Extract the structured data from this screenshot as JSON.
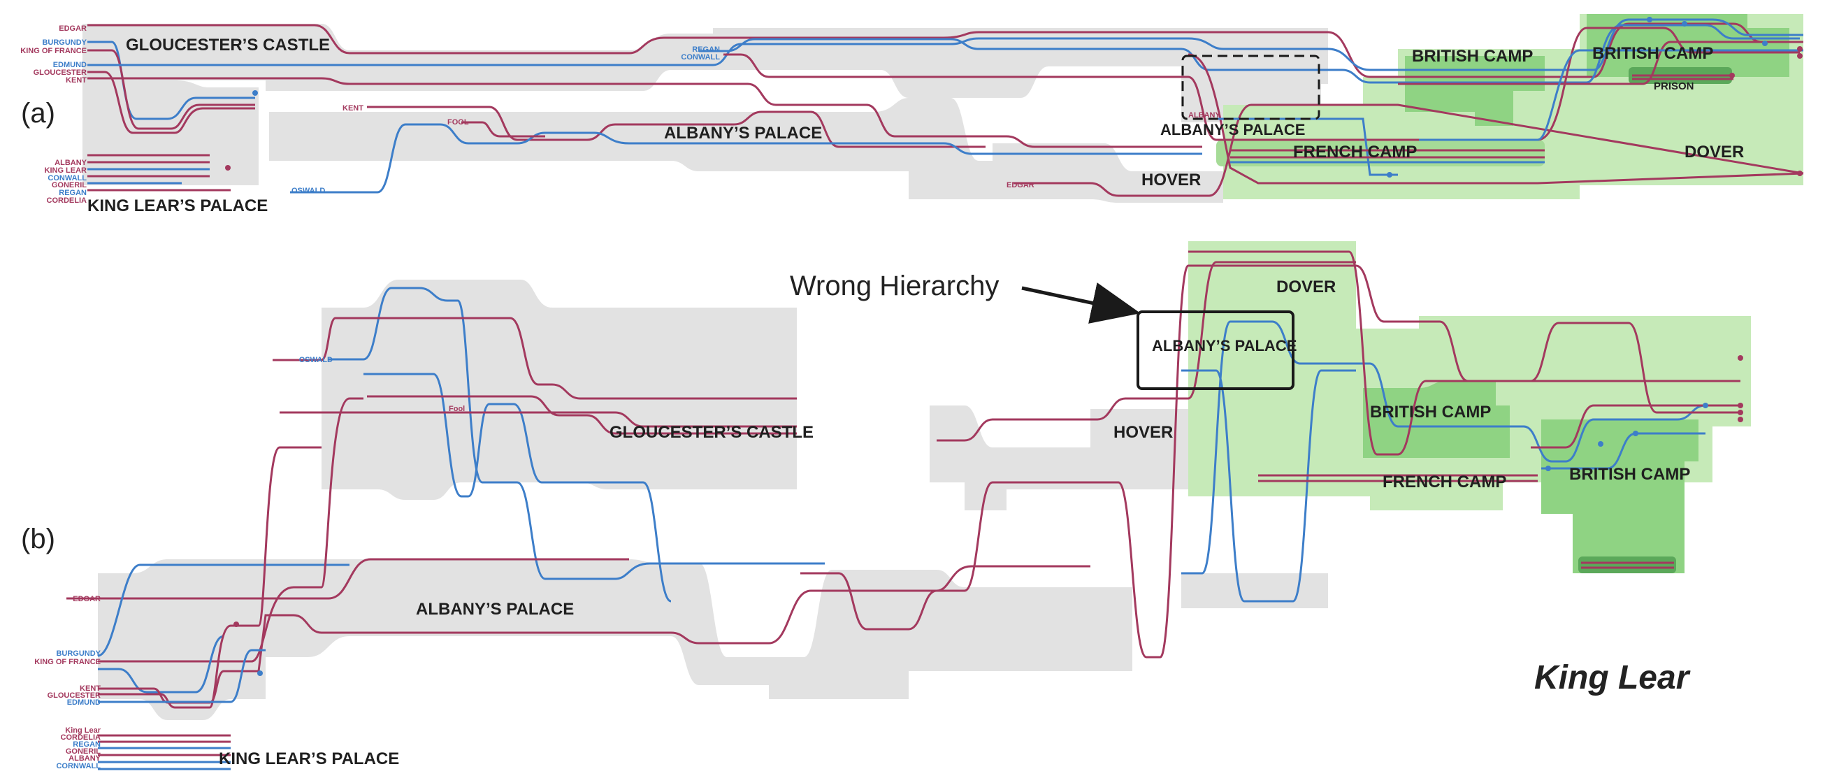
{
  "colors": {
    "red": "#a3395e",
    "blue": "#3d7ec9",
    "gray_region": "#e2e2e2",
    "green_light": "#c6eab8",
    "green_mid": "#8fd383",
    "green_dark": "#5ba85a"
  },
  "panel_a": {
    "label": "(a)",
    "locations": {
      "gloucester": "GLOUCESTER’S CASTLE",
      "kings_palace": "KING LEAR’S PALACE",
      "albany": "ALBANY’S PALACE",
      "albany2": "ALBANY’S PALACE",
      "hover": "HOVER",
      "british1": "BRITISH CAMP",
      "british2": "BRITISH CAMP",
      "prison": "PRISON",
      "french": "FRENCH CAMP",
      "dover": "DOVER"
    },
    "characters": {
      "edgar": "EDGAR",
      "burgundy": "BURGUNDY",
      "king_of_france": "KING OF FRANCE",
      "edmund": "EDMUND",
      "gloucester": "GLOUCESTER",
      "kent": "KENT",
      "albany": "ALBANY",
      "king_lear": "KING LEAR",
      "conwall": "CONWALL",
      "goneril": "GONERIL",
      "regan": "REGAN",
      "cordelia": "CORDELIA",
      "kent_mid": "KENT",
      "fool_mid": "FOOL",
      "oswald_mid": "OSWALD",
      "regan_mid": "REGAN",
      "conwall_mid": "CONWALL",
      "edgar_mid": "EDGAR",
      "albany_mid": "ALBANY"
    }
  },
  "panel_b": {
    "label": "(b)",
    "locations": {
      "gloucester": "GLOUCESTER’S CASTLE",
      "albany": "ALBANY’S PALACE",
      "albany2": "ALBANY’S PALACE",
      "kings_palace": "KING LEAR’S PALACE",
      "hover": "HOVER",
      "dover": "DOVER",
      "british1": "BRITISH CAMP",
      "british2": "BRITISH CAMP",
      "french": "FRENCH CAMP"
    },
    "characters": {
      "oswald": "OSWALD",
      "fool": "Fool",
      "edgar": "EDGAR",
      "burgundy": "BURGUNDY",
      "king_of_france": "KING OF FRANCE",
      "kent": "KENT",
      "gloucester": "GLOUCESTER",
      "edmund": "EDMUND",
      "king_lear": "King Lear",
      "cordelia": "CORDELIA",
      "regan": "REGAN",
      "goneril": "GONERIL",
      "albany": "ALBANY",
      "cornwall": "CORNWALL"
    },
    "annotation": "Wrong Hierarchy"
  },
  "title": "King Lear"
}
